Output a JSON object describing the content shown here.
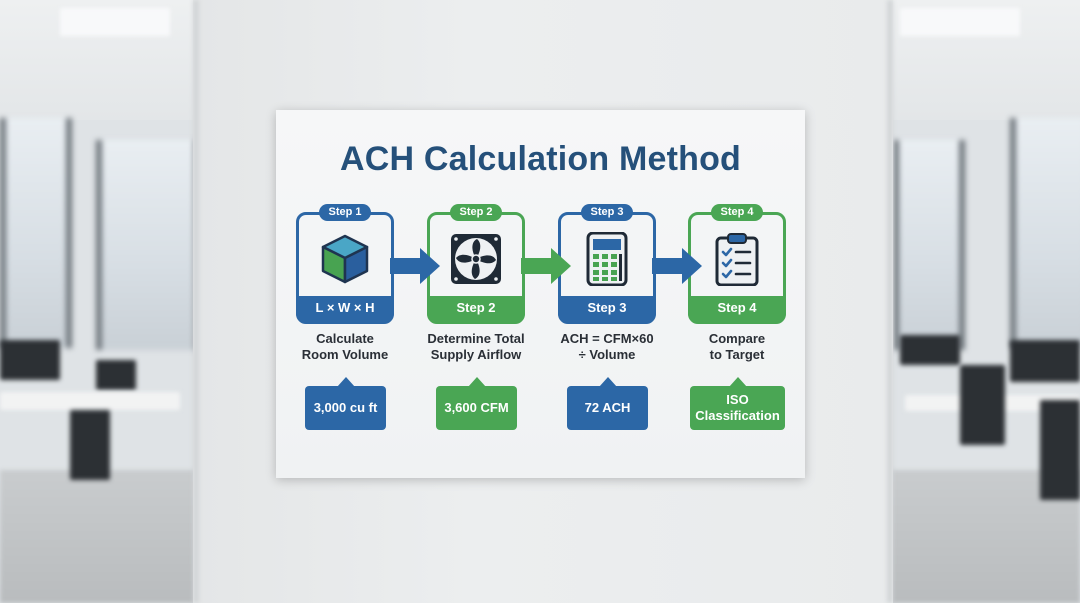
{
  "title": "ACH Calculation Method",
  "steps": [
    {
      "tag": "Step 1",
      "bar": "L × W × H",
      "desc": [
        "Calculate",
        "Room Volume"
      ],
      "value": [
        "3,000 cu ft"
      ],
      "icon": "cube-icon",
      "color": "#2c67a6"
    },
    {
      "tag": "Step 2",
      "bar": "Step 2",
      "desc": [
        "Determine Total",
        "Supply Airflow"
      ],
      "value": [
        "3,600 CFM"
      ],
      "icon": "fan-icon",
      "color": "#4aa654"
    },
    {
      "tag": "Step 3",
      "bar": "Step 3",
      "desc": [
        "ACH = CFM×60",
        "÷ Volume"
      ],
      "value": [
        "72 ACH"
      ],
      "icon": "calculator-icon",
      "color": "#2c67a6"
    },
    {
      "tag": "Step 4",
      "bar": "Step 4",
      "desc": [
        "Compare",
        "to Target"
      ],
      "value": [
        "ISO",
        "Classification"
      ],
      "icon": "clipboard-checklist-icon",
      "color": "#4aa654"
    }
  ],
  "colors": {
    "blue": "#2c67a6",
    "green": "#4aa654",
    "title": "#25507a"
  }
}
